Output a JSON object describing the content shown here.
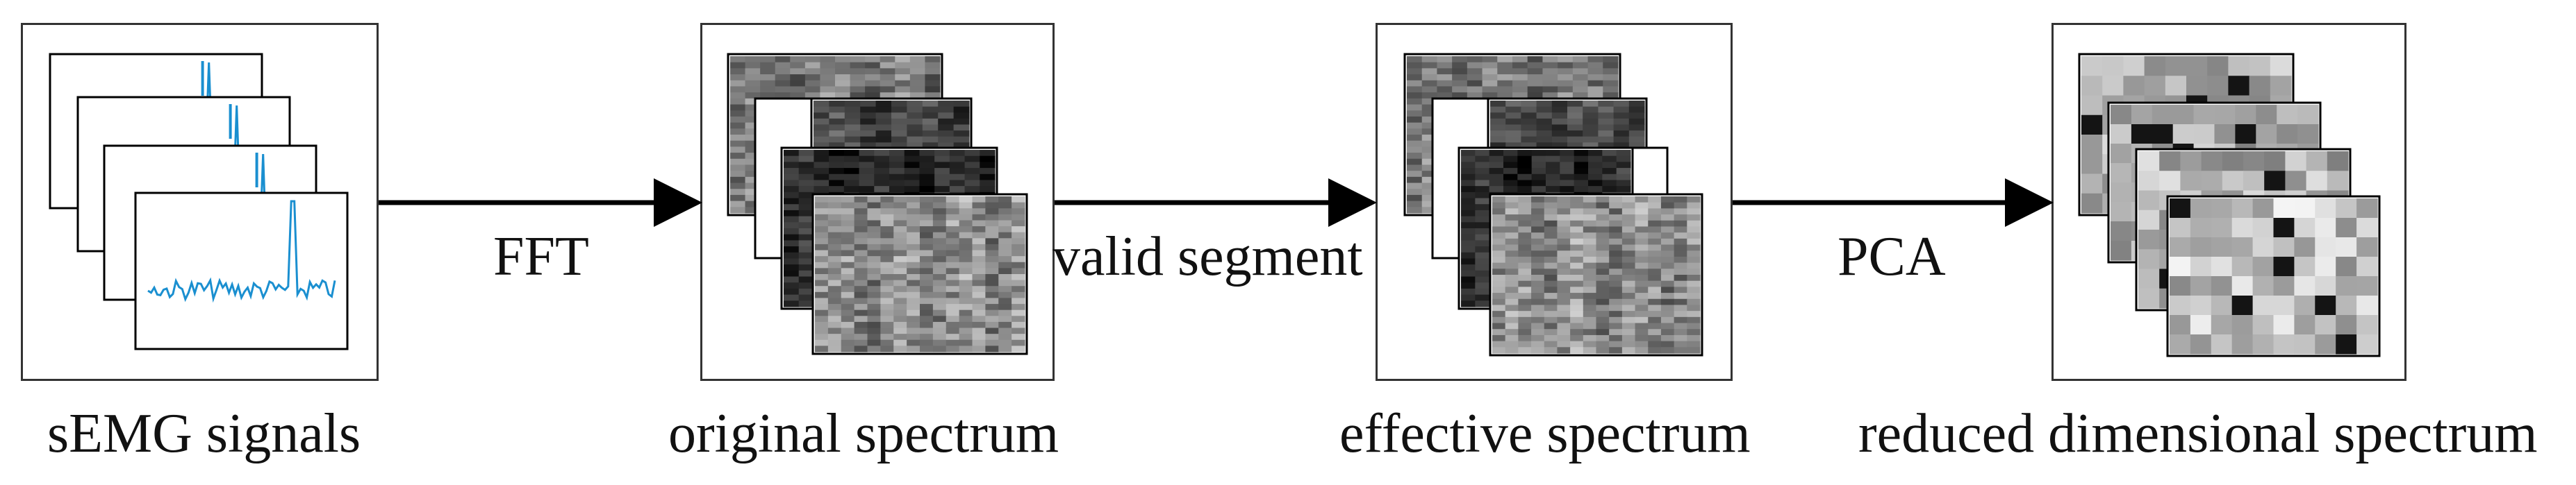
{
  "stages": [
    {
      "id": "semg",
      "caption": "sEMG signals"
    },
    {
      "id": "original",
      "caption": "original spectrum"
    },
    {
      "id": "effective",
      "caption": "effective spectrum"
    },
    {
      "id": "reduced",
      "caption": "reduced dimensional spectrum"
    }
  ],
  "arrows": [
    {
      "label": "FFT"
    },
    {
      "label": "valid segment"
    },
    {
      "label": "PCA"
    }
  ],
  "colors": {
    "signal": "#1a8fd0",
    "frame": "#000000",
    "panel_border": "#333333",
    "arrow": "#000000"
  }
}
